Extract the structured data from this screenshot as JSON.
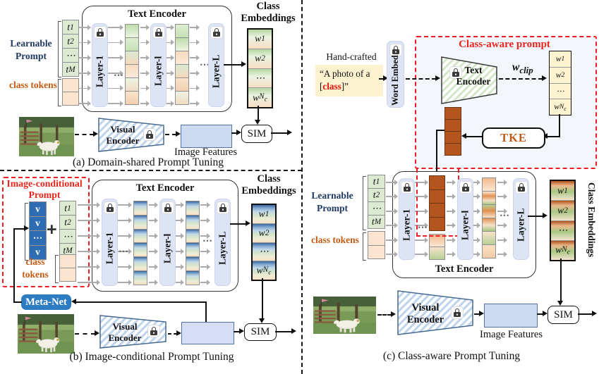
{
  "colors": {
    "accent_red": "#EE1C25",
    "learnable_blue": "#1F3864",
    "class_orange": "#C55A11",
    "meta_net_blue": "#2D7CC1",
    "v_token_blue": "#2E6DB4",
    "tke_orange": "#C05A1A",
    "layer_pill": "#DDE4F6",
    "feature_box_blue": "#CCDAF2"
  },
  "shared": {
    "text_encoder_title": "Text Encoder",
    "layers": [
      "Layer-1",
      "Layer-l",
      "Layer-L"
    ],
    "learnable_prompt_label": "Learnable Prompt",
    "class_tokens_label": "class tokens",
    "prompt_tokens": [
      "t_1",
      "t_2",
      "⋯",
      "t_M"
    ],
    "class_embeddings_title": "Class Embeddings",
    "embedding_tokens": [
      "w_1",
      "w_2",
      "⋯",
      "w_{N_c}"
    ],
    "visual_encoder_label": "Visual Encoder",
    "image_features_label": "Image Features",
    "sim_label": "SIM",
    "ellipsis": "⋯"
  },
  "panel_a": {
    "caption": "(a) Domain-shared Prompt Tuning"
  },
  "panel_b": {
    "caption": "(b) Image-conditional Prompt Tuning",
    "conditional_box_title": "Image-conditional Prompt",
    "v_tokens": [
      "v",
      "v",
      "⋯",
      "v"
    ],
    "plus_sign": "+",
    "meta_net_label": "Meta-Net"
  },
  "panel_c": {
    "caption": "(c) Class-aware Prompt Tuning",
    "class_aware_box_title": "Class-aware prompt",
    "hand_crafted_label": "Hand-crafted",
    "prompt_prefix": "“A photo of a [",
    "prompt_class_word": "class",
    "prompt_suffix": "]”",
    "word_embed_label": "Word Embed",
    "clip_text_encoder_label": "Text Encoder",
    "w_clip_label": "w_{clip}",
    "w_clip_tokens": [
      "w_1",
      "w_2",
      "⋯",
      "w_{N_c}"
    ],
    "tke_label": "TKE"
  }
}
